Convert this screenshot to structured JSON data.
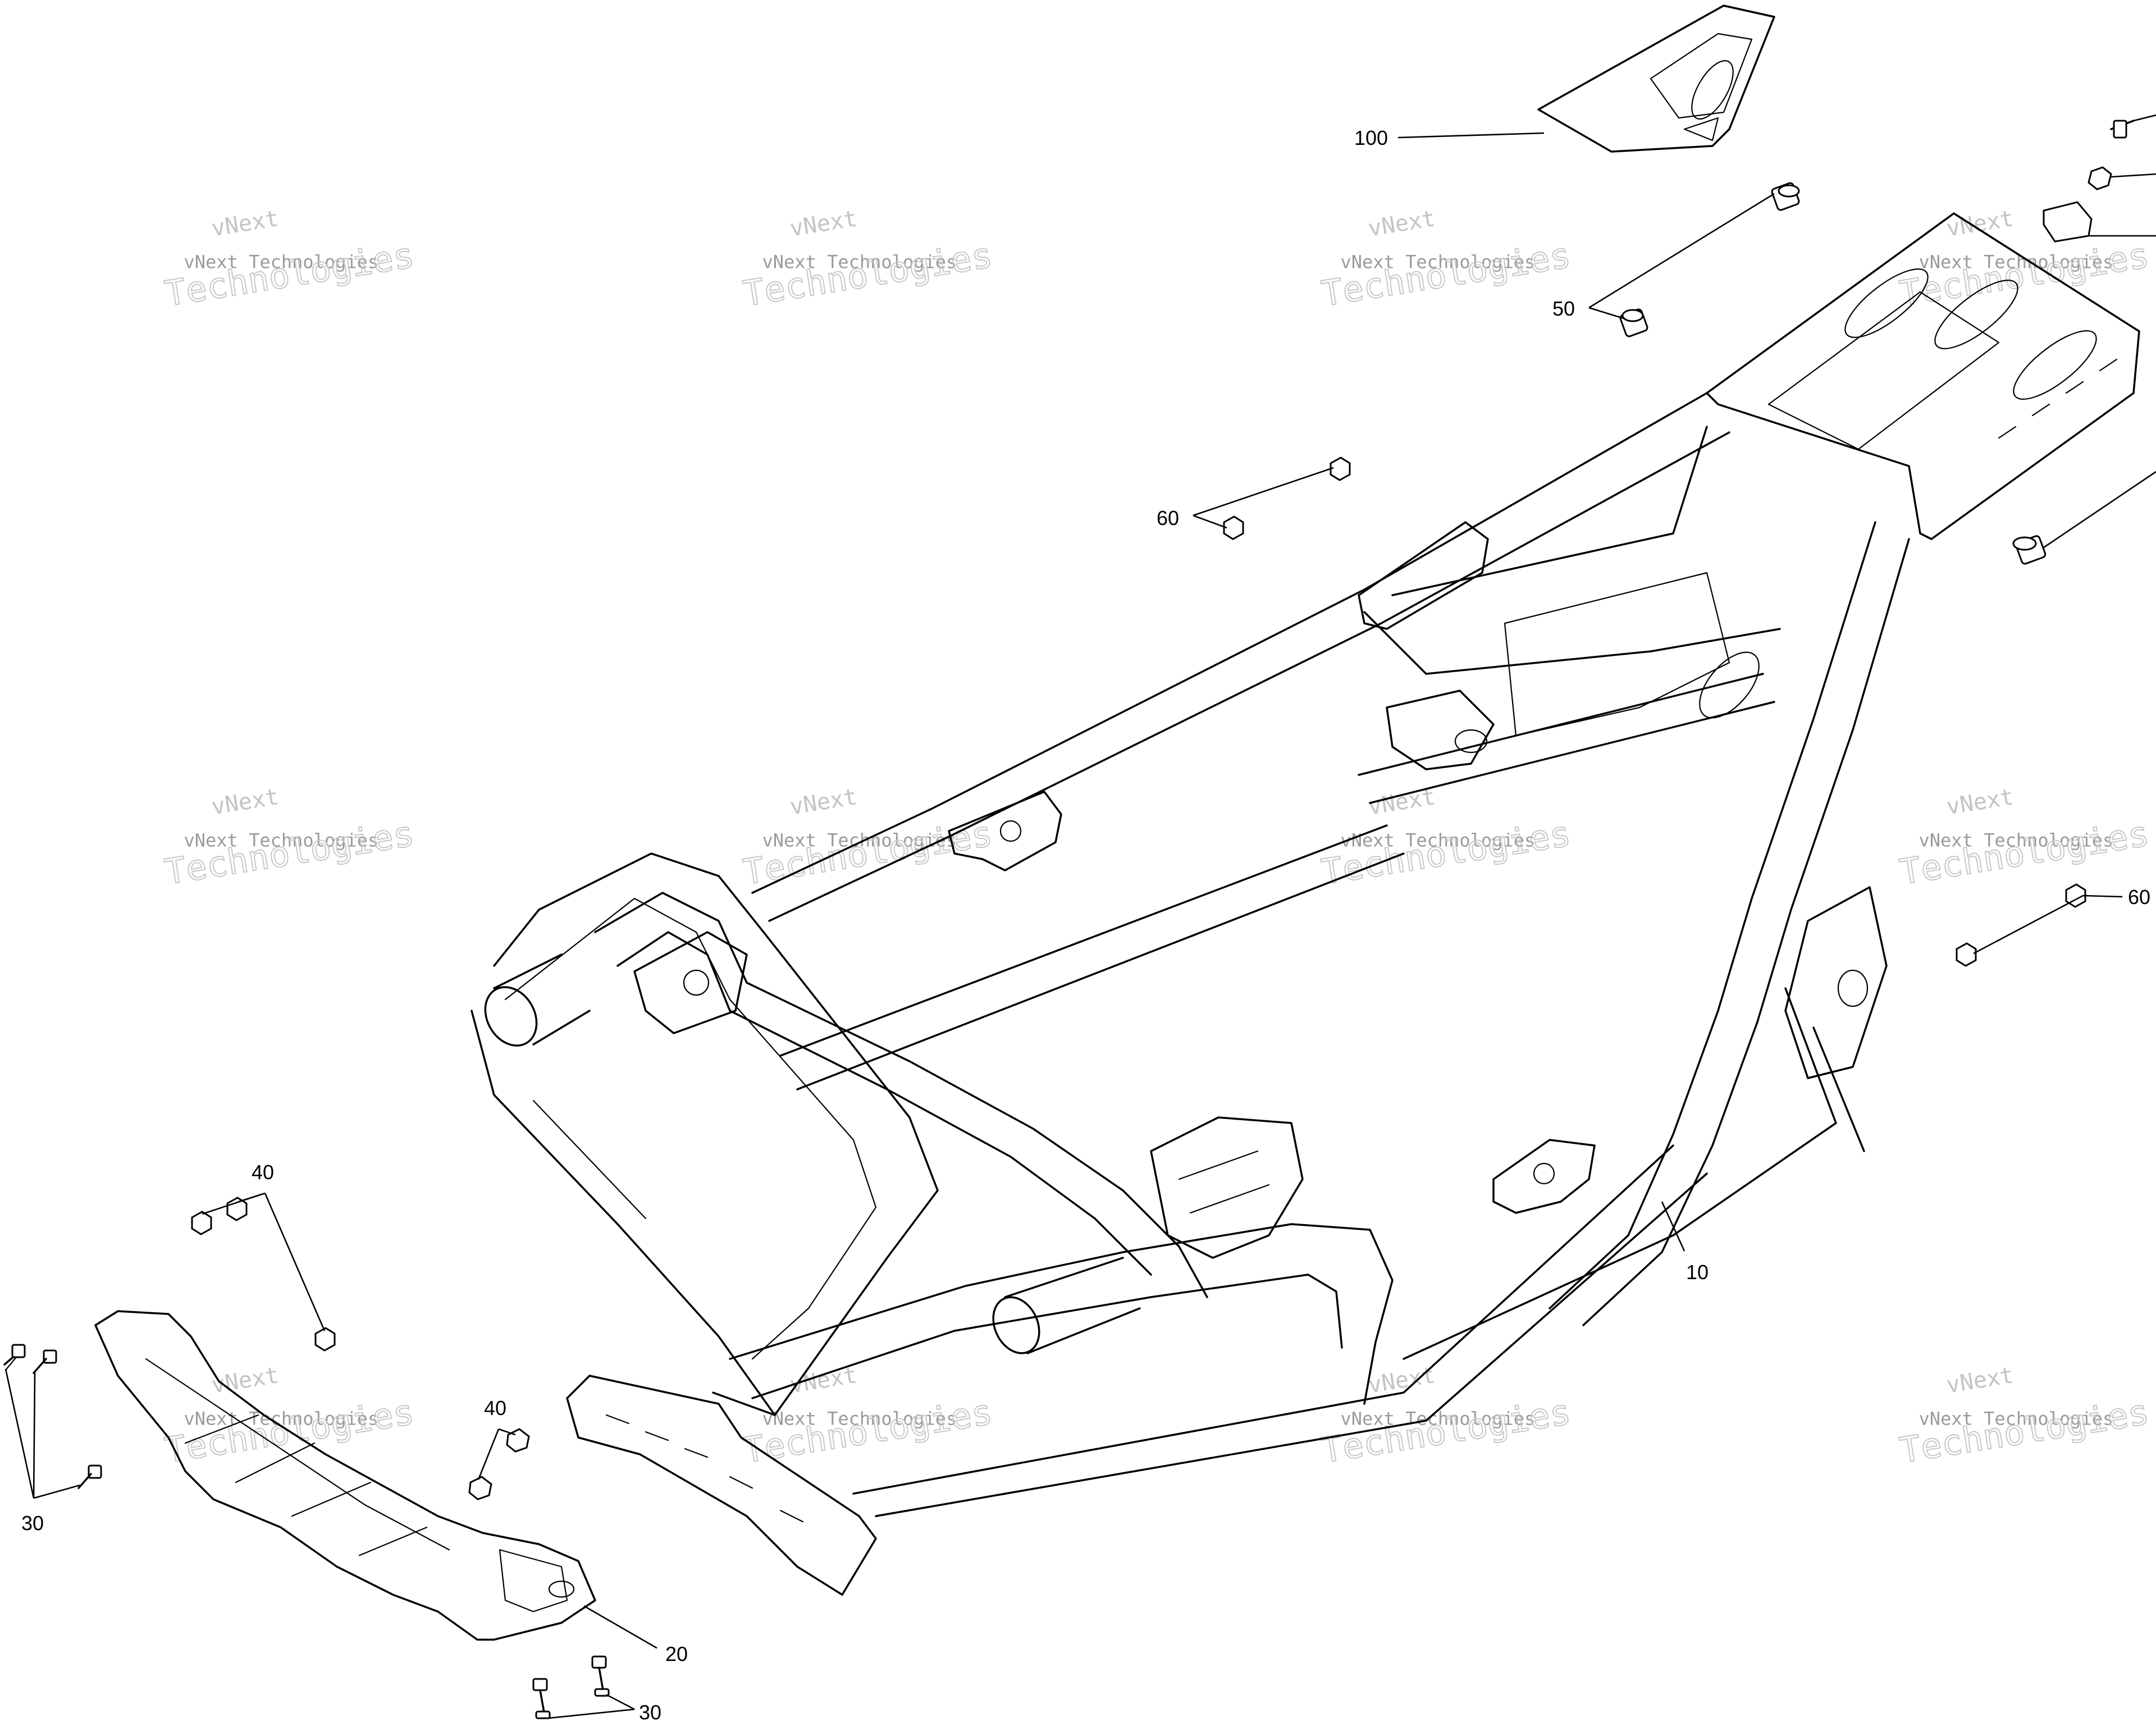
{
  "watermark": {
    "line1": "vNext",
    "line2": "vNext Technologies",
    "line3": "Technologies"
  },
  "callouts": {
    "c10": "10",
    "c20": "20",
    "c30a": "30",
    "c30b": "30",
    "c40a": "40",
    "c40b": "40",
    "c50": "50",
    "c60a": "60",
    "c60b": "60",
    "c100": "100"
  },
  "colors": {
    "line": "#000000",
    "background": "#ffffff",
    "watermark": "#c4c4c4"
  }
}
